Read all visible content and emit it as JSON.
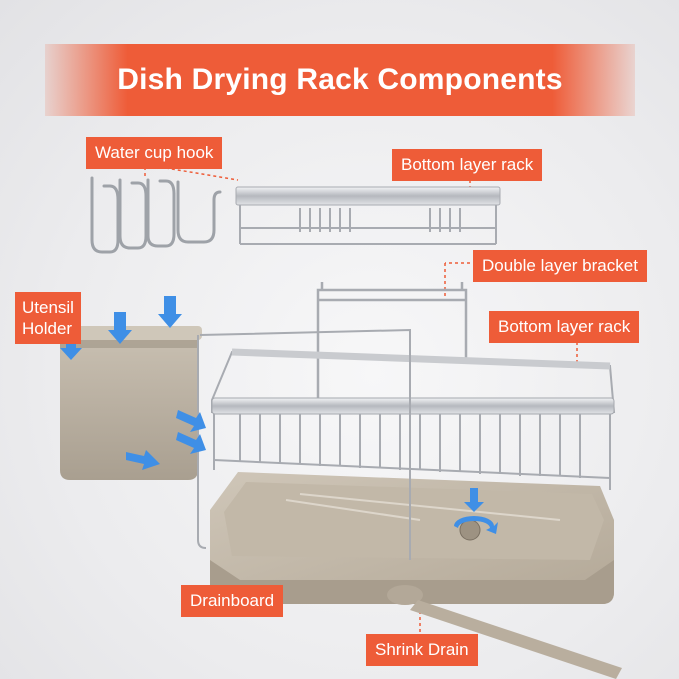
{
  "banner": {
    "title": "Dish Drying Rack Components"
  },
  "labels": {
    "water_cup_hook": "Water cup hook",
    "bottom_layer_rack_top": "Bottom layer rack",
    "double_layer_bracket": "Double layer bracket",
    "utensil_holder_line1": "Utensil",
    "utensil_holder_line2": "Holder",
    "bottom_layer_rack_main": "Bottom layer rack",
    "drainboard": "Drainboard",
    "shrink_drain": "Shrink Drain"
  },
  "colors": {
    "accent": "#ee5c38",
    "plastic": "#bcb2a3",
    "chrome": "#b9bcc2",
    "arrow": "#3f8fe6"
  }
}
